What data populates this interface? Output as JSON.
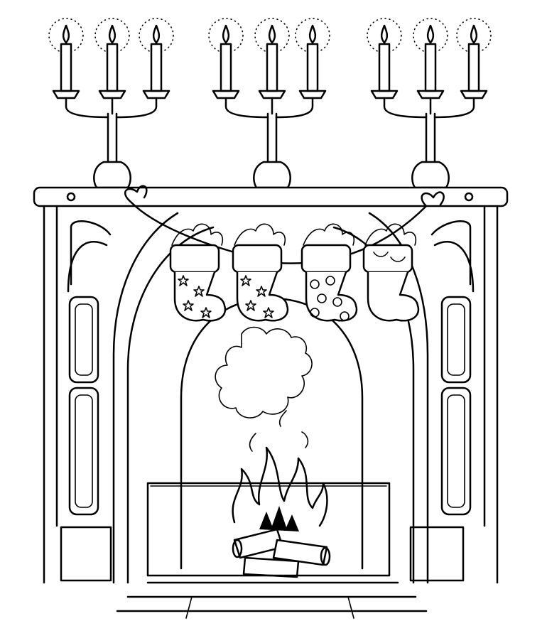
{
  "colors": {
    "line": "#000000",
    "background": "#ffffff"
  },
  "scene": {
    "candelabra_count": 3,
    "candles_per_candelabra": 3,
    "stocking_count": 4
  }
}
